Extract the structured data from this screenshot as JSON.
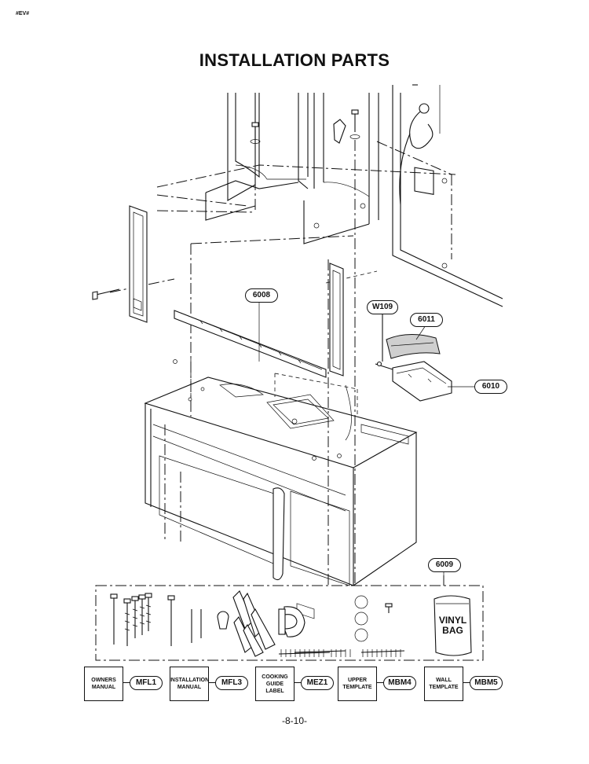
{
  "header": {
    "tag": "#EV#",
    "title": "INSTALLATION PARTS",
    "page_number": "-8-10-"
  },
  "callouts": [
    {
      "id": "6008",
      "label": "6008"
    },
    {
      "id": "W109",
      "label": "W109"
    },
    {
      "id": "6011",
      "label": "6011"
    },
    {
      "id": "6010",
      "label": "6010"
    },
    {
      "id": "6009",
      "label": "6009"
    }
  ],
  "bag": {
    "line1": "VINYL",
    "line2": "BAG"
  },
  "documents": [
    {
      "lines": [
        "OWNERS",
        "MANUAL"
      ],
      "code": "MFL1"
    },
    {
      "lines": [
        "INSTALLATION",
        "MANUAL"
      ],
      "code": "MFL3"
    },
    {
      "lines": [
        "COOKING",
        "GUIDE",
        "LABEL"
      ],
      "code": "MEZ1"
    },
    {
      "lines": [
        "UPPER",
        "TEMPLATE"
      ],
      "code": "MBM4"
    },
    {
      "lines": [
        "WALL",
        "TEMPLATE"
      ],
      "code": "MBM5"
    }
  ]
}
